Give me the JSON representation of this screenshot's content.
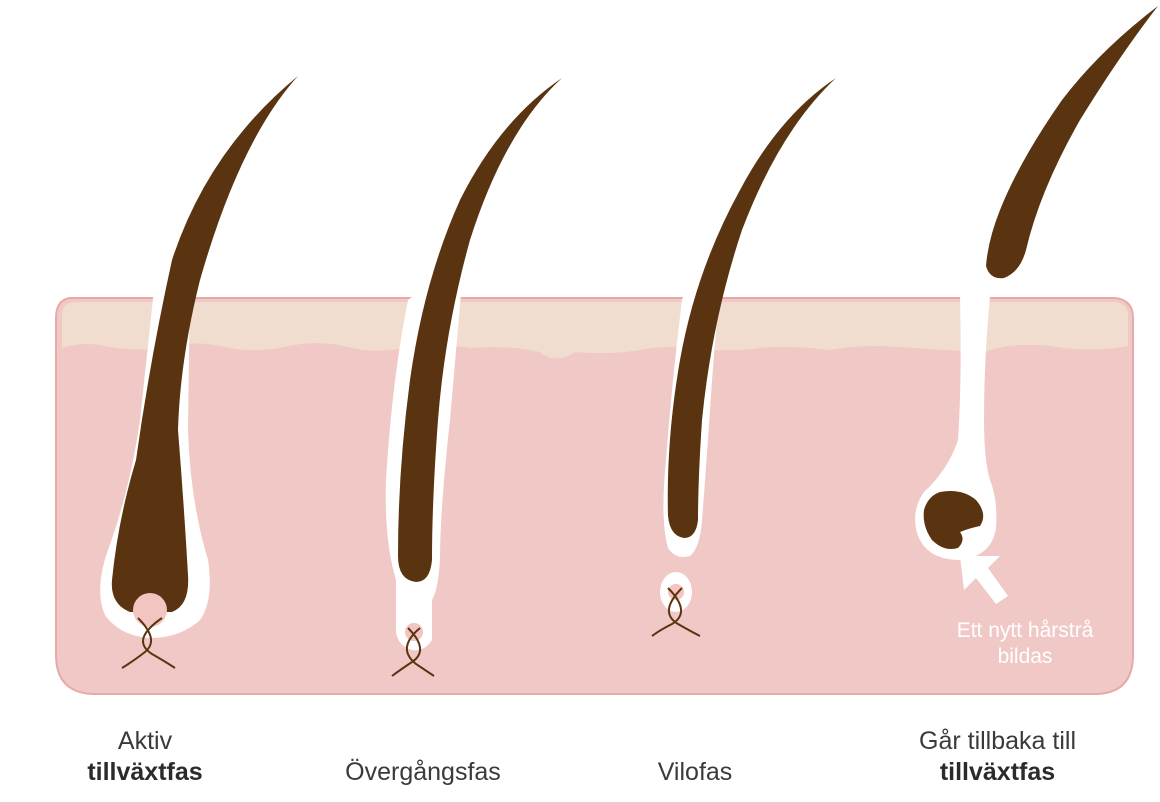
{
  "colors": {
    "skin": "#f0c9c6",
    "skin_outline": "#e8aaa8",
    "epidermis": "#f1ddd0",
    "hair": "#5a3410",
    "follicle": "#ffffff",
    "papilla": "#f3c4c0",
    "text": "#3a3a3a",
    "note_text": "#ffffff"
  },
  "phases": [
    {
      "line1": "Aktiv",
      "line2": "tillväxtfas"
    },
    {
      "line1": "",
      "line2": "Övergångsfas"
    },
    {
      "line1": "",
      "line2": "Vilofas"
    },
    {
      "line1": "Går tillbaka till",
      "line2": "tillväxtfas"
    }
  ],
  "note": {
    "line1": "Ett nytt hårstrå",
    "line2": "bildas",
    "icon": "arrow-icon"
  }
}
